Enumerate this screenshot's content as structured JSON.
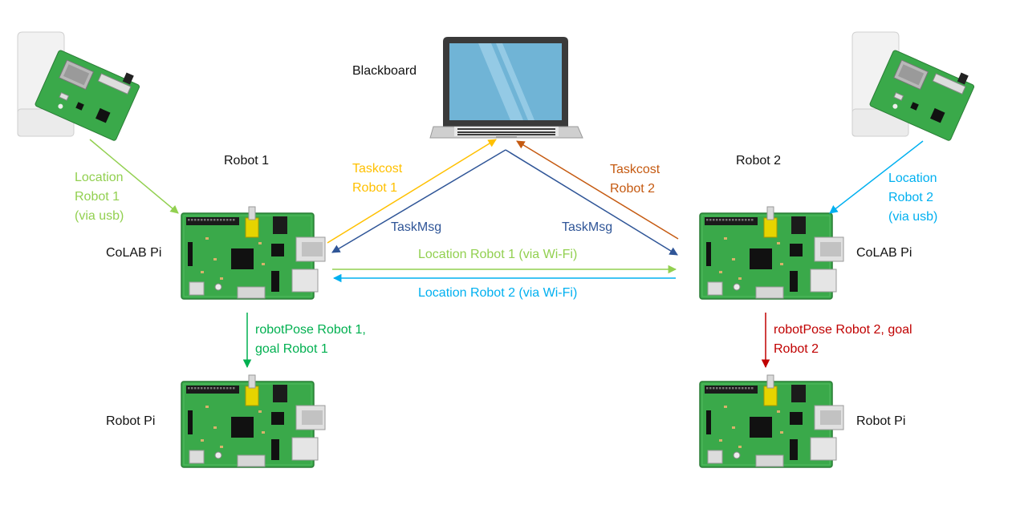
{
  "labels": {
    "blackboard": "Blackboard",
    "robot1": "Robot 1",
    "robot2": "Robot 2",
    "colab_pi_left": "CoLAB Pi",
    "colab_pi_right": "CoLAB Pi",
    "robot_pi_left": "Robot Pi",
    "robot_pi_right": "Robot Pi"
  },
  "edges": {
    "location_robot1_usb": [
      "Location",
      "Robot 1",
      "(via usb)"
    ],
    "location_robot2_usb": [
      "Location",
      "Robot 2",
      "(via usb)"
    ],
    "taskcost_robot1": [
      "Taskcost",
      "Robot 1"
    ],
    "taskcost_robot2": [
      "Taskcost",
      "Robot 2"
    ],
    "taskmsg_left": "TaskMsg",
    "taskmsg_right": "TaskMsg",
    "location_robot1_wifi": "Location Robot 1 (via Wi-Fi)",
    "location_robot2_wifi": "Location Robot 2 (via Wi-Fi)",
    "robotpose_robot1": [
      "robotPose Robot 1,",
      "goal Robot 1"
    ],
    "robotpose_robot2": [
      "robotPose Robot 2, goal",
      "Robot 2"
    ]
  },
  "colors": {
    "light_green": "#92d050",
    "cyan": "#00b0f0",
    "gold": "#ffc000",
    "orange_brown": "#c55a11",
    "blue": "#2f5597",
    "green": "#00b050",
    "dark_red": "#c00000",
    "board_green": "#3aa94a"
  },
  "icons": [
    "laptop-icon",
    "uwb-tag-icon",
    "raspberry-pi-board-icon"
  ]
}
